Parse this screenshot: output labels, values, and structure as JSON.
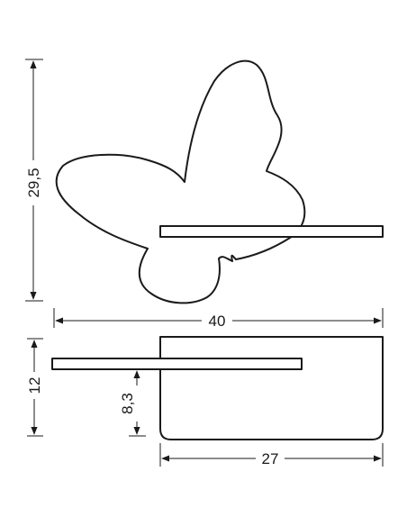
{
  "front_view": {
    "height_label": "29,5",
    "width_label": "40"
  },
  "side_view": {
    "total_height_label": "12",
    "shelf_height_label": "8,3",
    "depth_label": "27"
  },
  "colors": {
    "line": "#1a1a1a",
    "background": "#ffffff"
  }
}
